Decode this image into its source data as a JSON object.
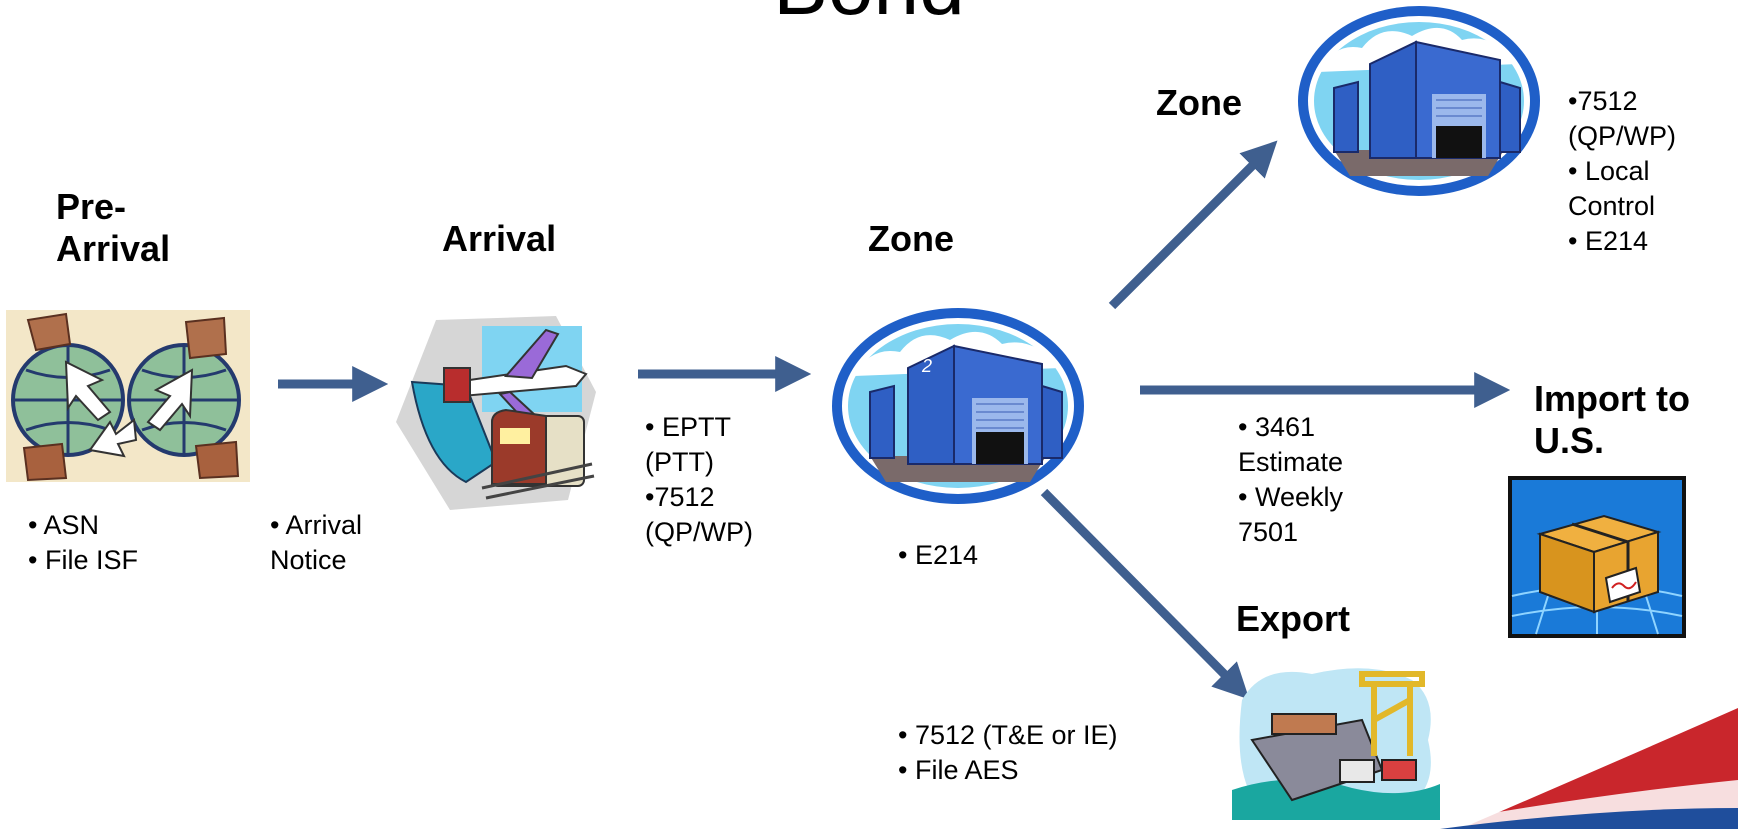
{
  "title": "Bond",
  "colors": {
    "arrow": "#3f5f8f",
    "banner_red": "#c9262c",
    "banner_blue": "#1f4e9c",
    "warehouse_blue": "#2f5fc4",
    "sky": "#7fd4f2"
  },
  "stages": {
    "pre_arrival": {
      "label": "Pre-\nArrival",
      "notes": [
        "•  ASN",
        "•  File ISF"
      ],
      "icon": "globe-boxes-icon"
    },
    "arrival": {
      "label": "Arrival",
      "notes": [
        "• Arrival",
        "Notice"
      ],
      "icon": "ship-plane-train-icon"
    },
    "transit": {
      "notes": [
        "• EPTT",
        "(PTT)",
        "•7512",
        "(QP/WP)"
      ]
    },
    "zone_main": {
      "label": "Zone",
      "notes": [
        "• E214"
      ],
      "icon": "warehouse-icon"
    },
    "zone_transfer": {
      "label": "Zone",
      "notes": [
        "•7512",
        "(QP/WP)",
        "• Local",
        "Control",
        "• E214"
      ],
      "icon": "warehouse-icon"
    },
    "import": {
      "label": "Import to\nU.S.",
      "notes": [
        "• 3461",
        "Estimate",
        "• Weekly",
        "7501"
      ],
      "icon": "package-icon"
    },
    "export": {
      "label": "Export",
      "notes": [
        "•  7512 (T&E or IE)",
        "•  File AES"
      ],
      "icon": "cargo-ship-crane-icon"
    }
  }
}
